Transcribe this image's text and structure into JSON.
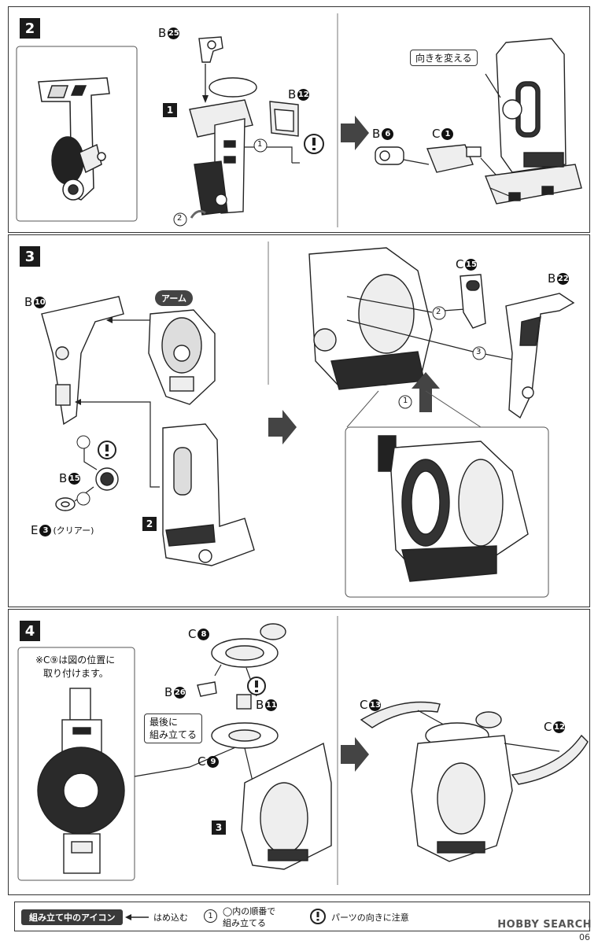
{
  "steps": [
    {
      "number": "2"
    },
    {
      "number": "3"
    },
    {
      "number": "4"
    }
  ],
  "step2": {
    "sub_badge": "1",
    "labels": {
      "b25": {
        "letter": "B",
        "num": "25"
      },
      "b12": {
        "letter": "B",
        "num": "12"
      },
      "b6": {
        "letter": "B",
        "num": "6"
      },
      "c1": {
        "letter": "C",
        "num": "1"
      }
    },
    "order": [
      "1",
      "2"
    ],
    "callout": "向きを変える"
  },
  "step3": {
    "labels": {
      "b10": {
        "letter": "B",
        "num": "10"
      },
      "b15": {
        "letter": "B",
        "num": "15"
      },
      "e3": {
        "letter": "E",
        "num": "3",
        "suffix": "(クリアー)"
      },
      "c15": {
        "letter": "C",
        "num": "15"
      },
      "b22": {
        "letter": "B",
        "num": "22"
      }
    },
    "arm_tag": "アーム",
    "sub_badge": "2",
    "order": [
      "1",
      "2",
      "3"
    ]
  },
  "step4": {
    "note_line1": "※C⑨は図の位置に",
    "note_line2": "取り付けます。",
    "labels": {
      "c8": {
        "letter": "C",
        "num": "8"
      },
      "b26": {
        "letter": "B",
        "num": "26"
      },
      "b11": {
        "letter": "B",
        "num": "11"
      },
      "c9": {
        "letter": "C",
        "num": "9"
      },
      "c13": {
        "letter": "C",
        "num": "13"
      },
      "c12": {
        "letter": "C",
        "num": "12"
      }
    },
    "last_line1": "最後に",
    "last_line2": "組み立てる",
    "sub_badge": "3"
  },
  "legend": {
    "title": "組み立て中のアイコン",
    "press_in": "はめ込む",
    "order_num": "1",
    "order_line1": "◯内の順番で",
    "order_line2": "組み立てる",
    "caution": "パーツの向きに注意"
  },
  "footer": {
    "logo": "HOBBY SEARCH",
    "page": "06"
  }
}
